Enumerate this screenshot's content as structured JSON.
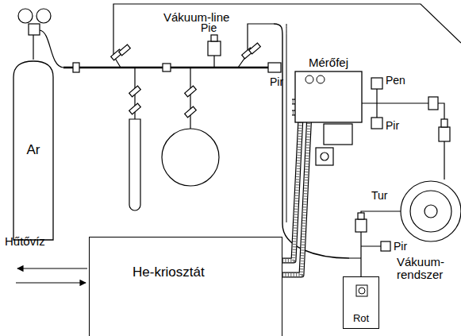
{
  "diagram": {
    "nodes": [
      {
        "text": [
          "Ar"
        ]
      },
      {
        "text": [
          "He-kriosztát"
        ]
      },
      {
        "text": [
          "Mérőfej"
        ]
      },
      {
        "text": [
          "Rot"
        ]
      }
    ],
    "edges": [
      {
        "from": 1,
        "to": 2,
        "arrow": "none"
      },
      {
        "from": 1,
        "to": 2,
        "arrow": "none"
      }
    ],
    "labels": [
      "Vákuum-line",
      "Pie",
      "Pir",
      "Pen",
      "Pir",
      "Tur",
      "Pir",
      "Hűtővíz",
      "Vákuum- rendszer"
    ]
  }
}
